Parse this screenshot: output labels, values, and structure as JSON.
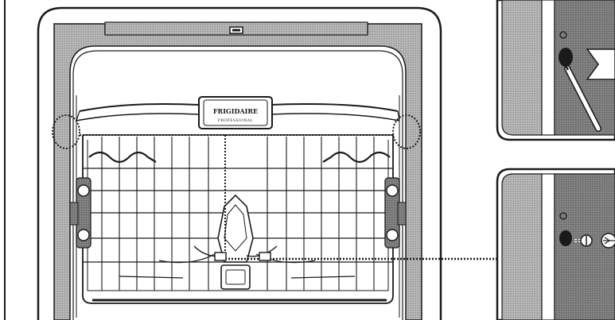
{
  "figure": {
    "brand_logo_text": "FRIGIDAIRE",
    "brand_logo_subtext": "PROFESSIONAL",
    "icon_names": [
      "dishwasher-front-view",
      "upper-dish-rack",
      "rack-adjuster-callout-circle",
      "screwdriver-icon",
      "rack-stop-screw-icon"
    ],
    "colors": {
      "line": "#1a1a1a",
      "tub_frame": "#8a8a8a",
      "door_panel": "#a9a9a9",
      "background": "#ffffff"
    }
  }
}
